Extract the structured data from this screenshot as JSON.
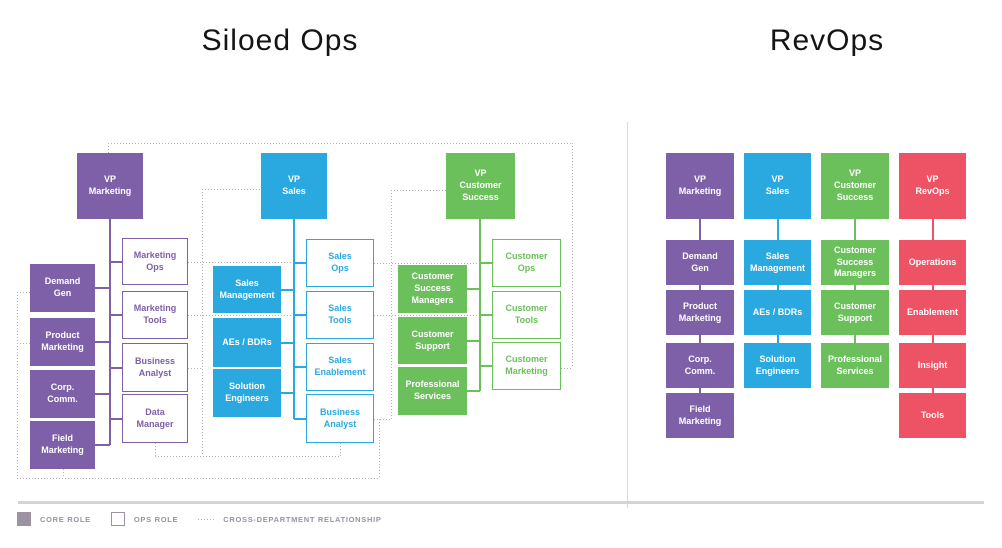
{
  "titles": {
    "left": "Siloed Ops",
    "right": "RevOps"
  },
  "colors": {
    "purple": "#7D60A8",
    "blue": "#2AA9E0",
    "green": "#6CC05C",
    "red": "#EE5365",
    "dotted_line": "#B5AEBA",
    "divider": "#D9D9D9",
    "legend_rule": "#D4D4D4",
    "legend_text": "#9C92A2",
    "title_text": "#141414"
  },
  "legend": {
    "core_label": "CORE ROLE",
    "ops_label": "OPS ROLE",
    "cross_label": "CROSS-DEPARTMENT RELATIONSHIP"
  },
  "siloed": {
    "trees": [
      {
        "color": "purple",
        "vp": {
          "label": "VP\nMarketing"
        },
        "core": [
          {
            "label": "Demand\nGen"
          },
          {
            "label": "Product\nMarketing"
          },
          {
            "label": "Corp.\nComm."
          },
          {
            "label": "Field\nMarketing"
          }
        ],
        "ops": [
          {
            "label": "Marketing\nOps"
          },
          {
            "label": "Marketing\nTools"
          },
          {
            "label": "Business\nAnalyst"
          },
          {
            "label": "Data\nManager"
          }
        ]
      },
      {
        "color": "blue",
        "vp": {
          "label": "VP\nSales"
        },
        "core": [
          {
            "label": "Sales\nManagement"
          },
          {
            "label": "AEs / BDRs"
          },
          {
            "label": "Solution\nEngineers"
          }
        ],
        "ops": [
          {
            "label": "Sales\nOps"
          },
          {
            "label": "Sales\nTools"
          },
          {
            "label": "Sales\nEnablement"
          },
          {
            "label": "Business\nAnalyst"
          }
        ]
      },
      {
        "color": "green",
        "vp": {
          "label": "VP\nCustomer\nSuccess"
        },
        "core": [
          {
            "label": "Customer\nSuccess\nManagers"
          },
          {
            "label": "Customer\nSupport"
          },
          {
            "label": "Professional\nServices"
          }
        ],
        "ops": [
          {
            "label": "Customer\nOps"
          },
          {
            "label": "Customer\nTools"
          },
          {
            "label": "Customer\nMarketing"
          }
        ]
      }
    ]
  },
  "revops": {
    "columns": [
      {
        "color": "purple",
        "boxes": [
          {
            "label": "VP\nMarketing"
          },
          {
            "label": "Demand\nGen"
          },
          {
            "label": "Product\nMarketing"
          },
          {
            "label": "Corp.\nComm."
          },
          {
            "label": "Field\nMarketing"
          }
        ]
      },
      {
        "color": "blue",
        "boxes": [
          {
            "label": "VP\nSales"
          },
          {
            "label": "Sales\nManagement"
          },
          {
            "label": "AEs / BDRs"
          },
          {
            "label": "Solution\nEngineers"
          }
        ]
      },
      {
        "color": "green",
        "boxes": [
          {
            "label": "VP\nCustomer\nSuccess"
          },
          {
            "label": "Customer\nSuccess\nManagers"
          },
          {
            "label": "Customer\nSupport"
          },
          {
            "label": "Professional\nServices"
          }
        ]
      },
      {
        "color": "red",
        "boxes": [
          {
            "label": "VP\nRevOps"
          },
          {
            "label": "Operations"
          },
          {
            "label": "Enablement"
          },
          {
            "label": "Insight"
          },
          {
            "label": "Tools"
          }
        ]
      }
    ]
  }
}
